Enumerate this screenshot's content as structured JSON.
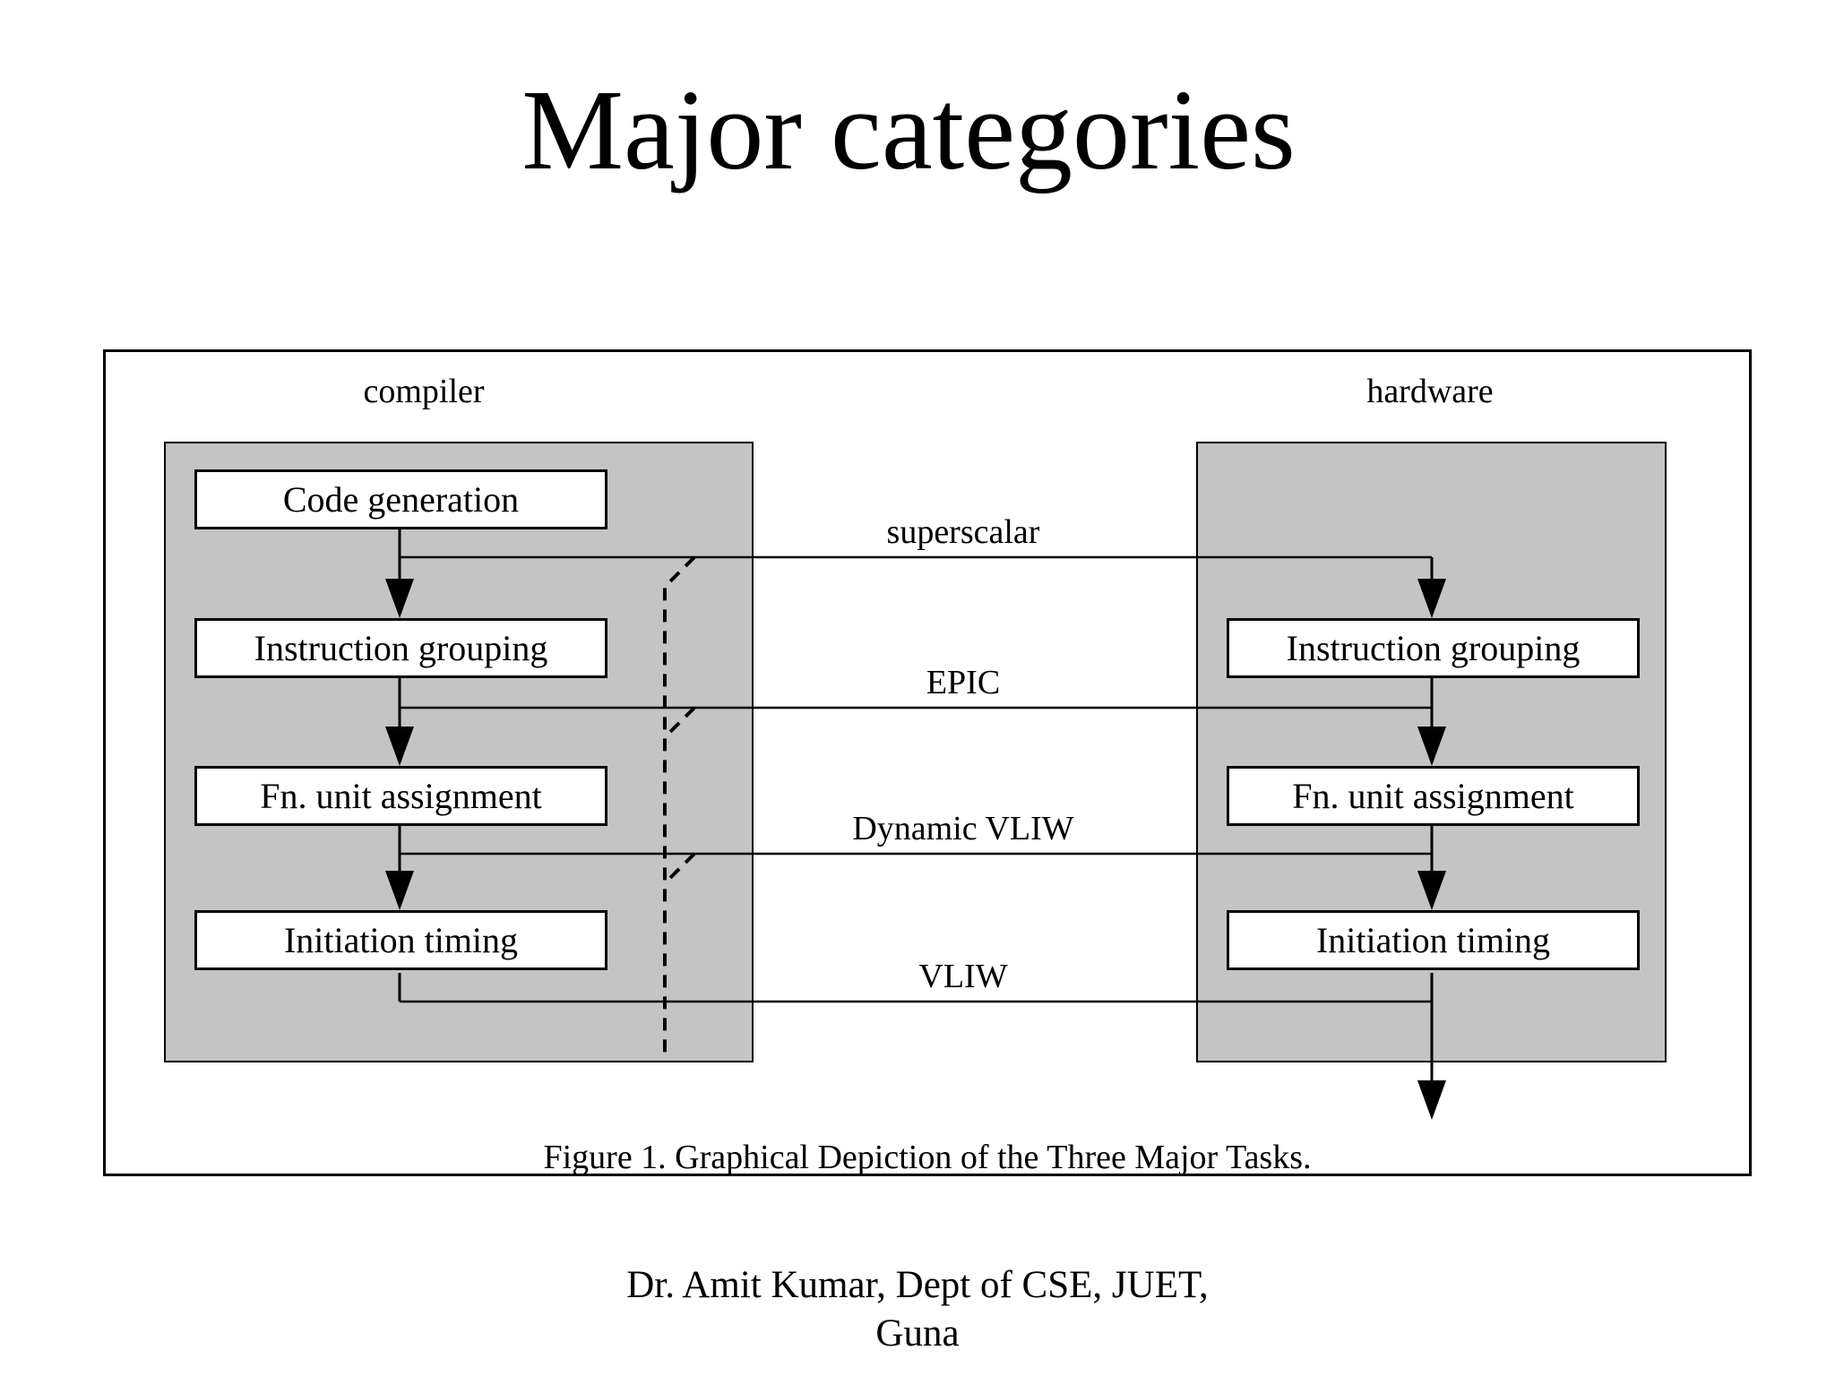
{
  "slide": {
    "title": "Major categories",
    "footer": {
      "line1": "Dr. Amit Kumar, Dept of CSE, JUET,",
      "line2": "Guna"
    }
  },
  "figure": {
    "caption": "Figure 1. Graphical Depiction of the Three Major Tasks.",
    "left_header": "compiler",
    "right_header": "hardware",
    "compiler_tasks": [
      "Code generation",
      "Instruction grouping",
      "Fn. unit assignment",
      "Initiation timing"
    ],
    "hardware_tasks": [
      "Instruction grouping",
      "Fn. unit assignment",
      "Initiation timing"
    ],
    "categories": [
      "superscalar",
      "EPIC",
      "Dynamic VLIW",
      "VLIW"
    ],
    "colors": {
      "panel_fill": "#c4c4c4",
      "line": "#000000",
      "text": "#000000",
      "background": "#ffffff"
    }
  }
}
